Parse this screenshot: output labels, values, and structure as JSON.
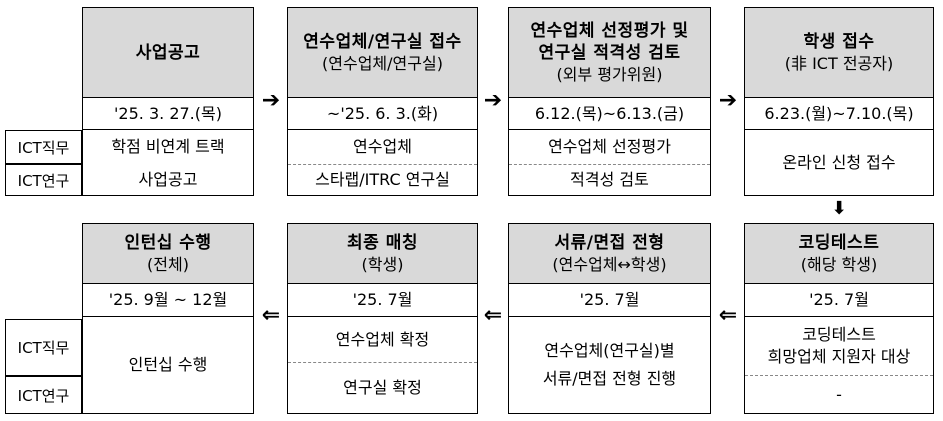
{
  "row1": [
    {
      "title": "사업공고",
      "subtitle": "",
      "date": "'25. 3. 27.(목)",
      "cells": [
        "학점 비연계 트랙",
        "사업공고"
      ]
    },
    {
      "title": "연수업체/연구실 접수",
      "subtitle": "(연수업체/연구실)",
      "date": "~'25. 6. 3.(화)",
      "cells": [
        "연수업체",
        "스타랩/ITRC 연구실"
      ]
    },
    {
      "title": "연수업체 선정평가 및",
      "title2": "연구실 적격성 검토",
      "subtitle": "(외부 평가위원)",
      "date": "6.12.(목)~6.13.(금)",
      "cells": [
        "연수업체 선정평가",
        "적격성 검토"
      ]
    },
    {
      "title": "학생 접수",
      "subtitle": "(非 ICT 전공자)",
      "date": "6.23.(월)~7.10.(목)",
      "cells": [
        "온라인 신청 접수"
      ]
    }
  ],
  "row2": [
    {
      "title": "인턴십 수행",
      "subtitle": "(전체)",
      "date": "'25. 9월 ~ 12월",
      "cells": [
        "인턴십 수행"
      ]
    },
    {
      "title": "최종 매칭",
      "subtitle": "(학생)",
      "date": "'25. 7월",
      "cells": [
        "연수업체 확정",
        "연구실 확정"
      ]
    },
    {
      "title": "서류/면접 전형",
      "subtitle": "(연수업체↔학생)",
      "date": "'25. 7월",
      "cells": [
        "연수업체(연구실)별",
        "서류/면접 전형 진행"
      ]
    },
    {
      "title": "코딩테스트",
      "subtitle": "(해당 학생)",
      "date": "'25. 7월",
      "cells": [
        "코딩테스트",
        "희망업체 지원자 대상",
        "-"
      ]
    }
  ],
  "side_labels": {
    "top": "ICT직무",
    "bottom": "ICT연구"
  },
  "arrows": {
    "right": "➔",
    "left": "⇐",
    "down": "⬇"
  }
}
